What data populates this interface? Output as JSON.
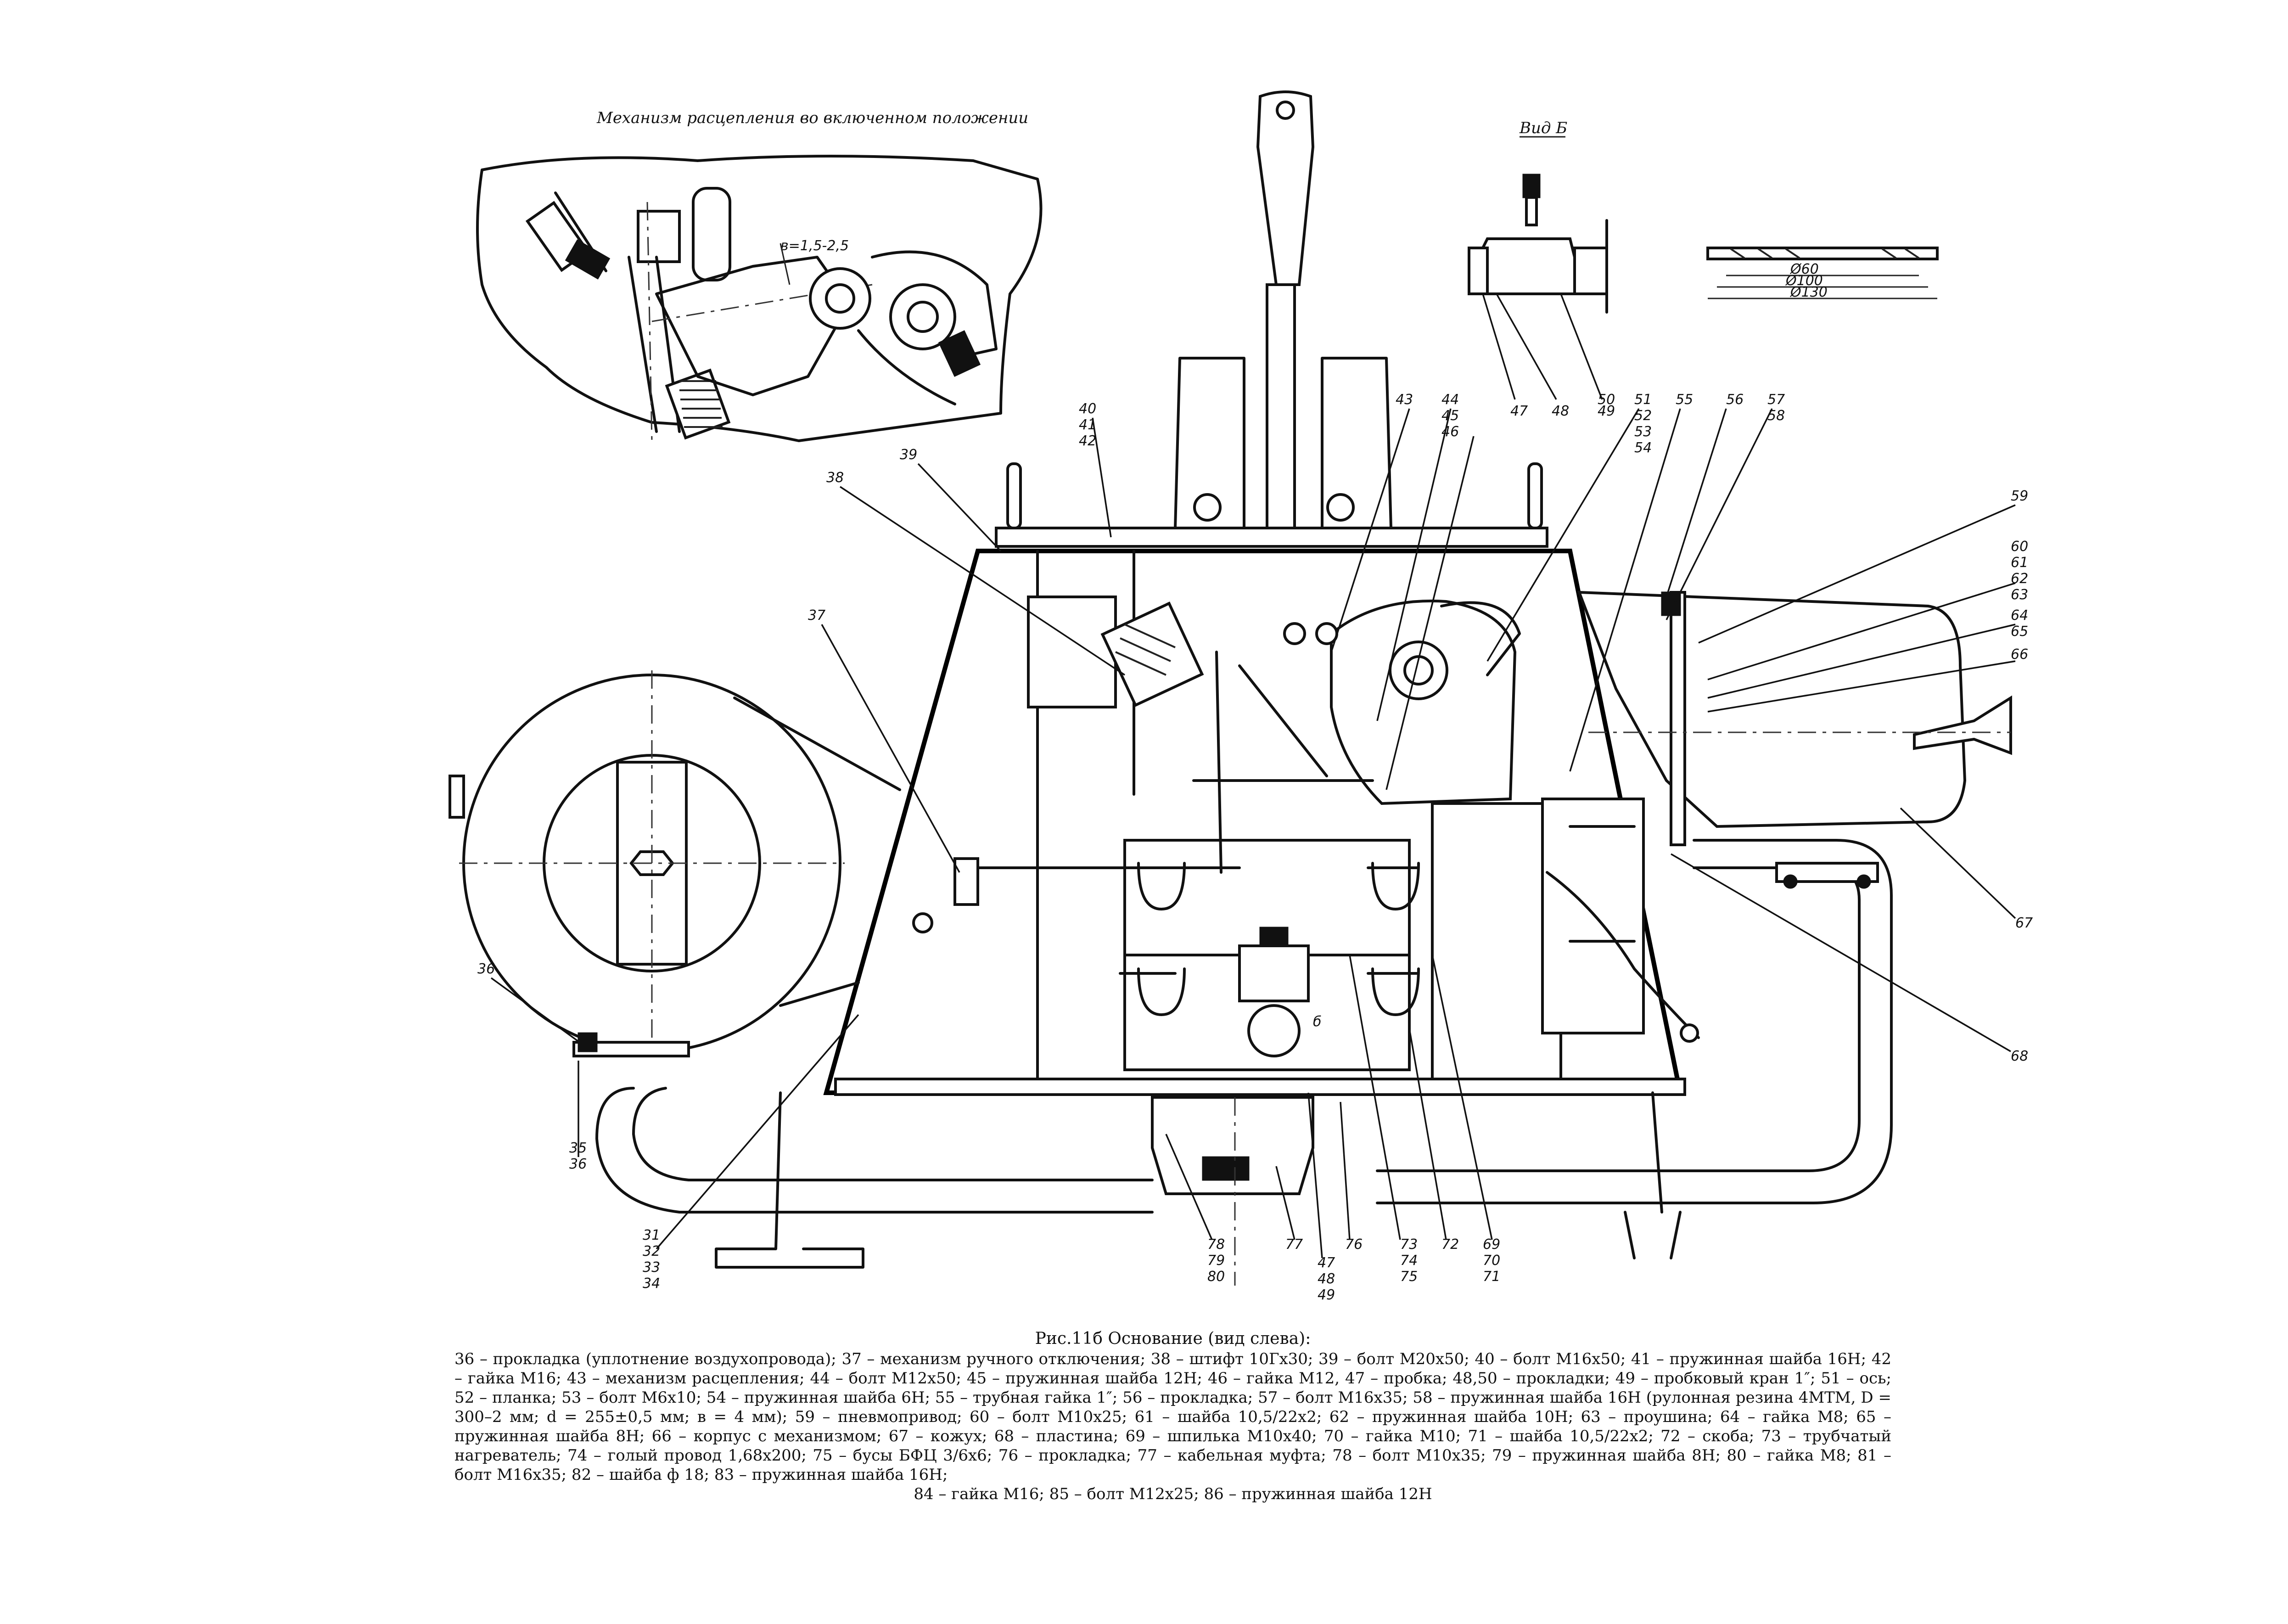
{
  "inset_titles": {
    "mechanism": "Механизм расцепления во включенном положении",
    "view_b": "Вид Б"
  },
  "inset_dims": {
    "gap": "в=1,5-2,5",
    "d1": "Ø60",
    "d2": "Ø100",
    "d3": "Ø130"
  },
  "section_mark": "б",
  "callouts": {
    "c36": "36",
    "c37": "37",
    "c38": "38",
    "c39": "39",
    "c40": "40",
    "c41": "41",
    "c42": "42",
    "c43": "43",
    "c44": "44",
    "c45": "45",
    "c46": "46",
    "c47": "47",
    "c48": "48",
    "c49": "49",
    "c50": "50",
    "c51": "51",
    "c52": "52",
    "c53": "53",
    "c54": "54",
    "c55": "55",
    "c56": "56",
    "c57": "57",
    "c58": "58",
    "c59": "59",
    "c60": "60",
    "c61": "61",
    "c62": "62",
    "c63": "63",
    "c64": "64",
    "c65": "65",
    "c66": "66",
    "c67": "67",
    "c68": "68",
    "c69": "69",
    "c70": "70",
    "c71": "71",
    "c72": "72",
    "c73": "73",
    "c74": "74",
    "c75": "75",
    "c76": "76",
    "c77": "77",
    "c78": "78",
    "c79": "79",
    "c80": "80",
    "c81": "31",
    "c82": "32",
    "c83": "33",
    "c84": "34",
    "c85": "35",
    "c86": "36",
    "b47": "47",
    "b48": "48",
    "b49": "49"
  },
  "caption": {
    "title": "Рис.11б Основание (вид слева):",
    "body": "36 – прокладка (уплотнение воздухопровода); 37 – механизм ручного отключения; 38 – штифт 10Гх30; 39 – болт М20х50; 40 – болт М16х50; 41 – пружинная шайба 16Н; 42 – гайка М16; 43 – механизм расцепления; 44 – болт М12х50; 45 – пружинная шайба 12Н; 46 – гайка М12, 47 – пробка; 48,50 – прокладки; 49 – пробковый кран 1″; 51 – ось; 52 – планка; 53 – болт М6х10; 54 – пружинная шайба 6Н; 55 – трубная гайка 1″; 56 – прокладка; 57 – болт М16х35; 58 – пружинная шайба 16Н (рулонная резина 4МТМ, D = 300–2 мм; d = 255±0,5 мм; в = 4 мм); 59 – пневмопривод; 60 – болт М10х25; 61 – шайба 10,5/22х2; 62 – пружинная шайба 10Н; 63 – проушина; 64 – гайка М8; 65 – пружинная шайба 8Н; 66 – корпус с механизмом; 67 – кожух; 68 – пластина; 69 – шпилька М10х40; 70 – гайка М10; 71 – шайба 10,5/22х2; 72 – скоба; 73 – трубчатый нагреватель; 74 – голый провод 1,68х200; 75 – бусы БФЦ 3/6х6; 76 – прокладка; 77 – кабельная муфта; 78 – болт М10х35; 79 – пружинная шайба 8Н; 80 – гайка М8; 81 – болт М16х35; 82 – шайба ф 18; 83 – пружинная шайба 16Н;",
    "last": "84 – гайка М16; 85 – болт М12х25; 86 – пружинная шайба 12Н"
  }
}
